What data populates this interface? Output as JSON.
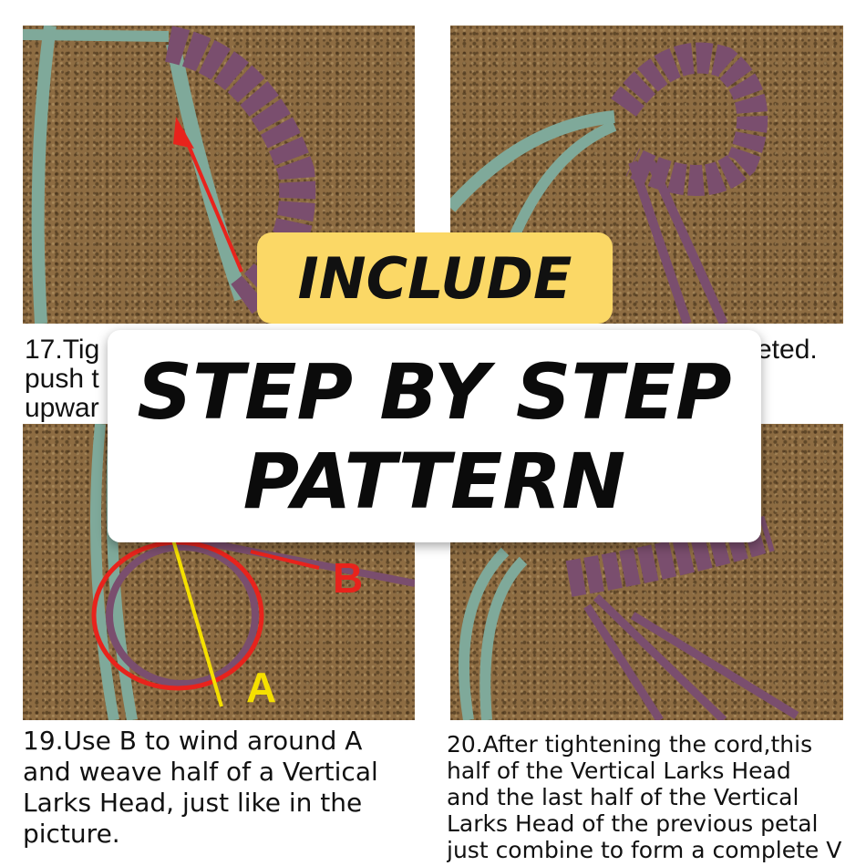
{
  "overlay": {
    "badge": "INCLUDE",
    "headline_line1": "STEP BY STEP",
    "headline_line2": "PATTERN"
  },
  "steps": [
    {
      "caption_lines": [
        "17.Tig",
        "push t",
        "upwar"
      ]
    },
    {
      "caption_lines": [
        "eted."
      ]
    },
    {
      "caption_lines": [
        "19.Use B to wind around A",
        "and weave half of a Vertical",
        "Larks Head, just like in the",
        "picture."
      ],
      "labels": [
        "B",
        "A"
      ]
    },
    {
      "caption_lines": [
        "20.After tightening the cord,this",
        "half of the Vertical Larks Head",
        "and the last half of the Vertical",
        "Larks Head of the previous petal",
        "just combine to form a complete V"
      ]
    }
  ],
  "colors": {
    "badge": "#fbd866",
    "cork": "#8d6c42",
    "green_cord": "#7fa99a",
    "purple_cord": "#7a4e6e",
    "arrow_red": "#e8231c",
    "arrow_yellow": "#f5e000"
  }
}
